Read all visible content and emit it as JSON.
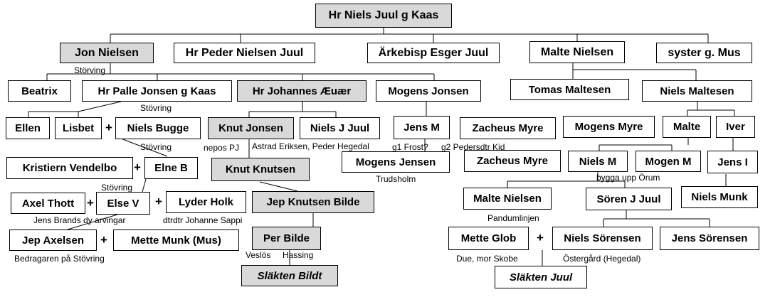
{
  "nodes": {
    "niels_juul": "Hr Niels Juul g Kaas",
    "jon_nielsen": "Jon Nielsen",
    "peder_nielsen": "Hr Peder Nielsen Juul",
    "esger_juul": "Ärkebisp Esger Juul",
    "malte_nielsen_top": "Malte Nielsen",
    "syster": "syster g. Mus",
    "beatrix": "Beatrix",
    "palle_jonsen": "Hr Palle Jonsen g Kaas",
    "johannes": "Hr Johannes Æuær",
    "mogens_jonsen": "Mogens Jonsen",
    "tomas_maltesen": "Tomas Maltesen",
    "niels_maltesen": "Niels Maltesen",
    "ellen": "Ellen",
    "lisbet": "Lisbet",
    "niels_bugge": "Niels Bugge",
    "knut_jonsen": "Knut Jonsen",
    "niels_j_juul": "Niels J Juul",
    "jens_m": "Jens M",
    "zacheus_myre_1": "Zacheus Myre",
    "mogens_myre": "Mogens Myre",
    "malte": "Malte",
    "iver": "Iver",
    "kristiern": "Kristiern Vendelbo",
    "elne_b": "Elne B",
    "knut_knutsen": "Knut Knutsen",
    "mogens_jensen": "Mogens Jensen",
    "zacheus_myre_2": "Zacheus Myre",
    "niels_m": "Niels M",
    "mogen_m": "Mogen M",
    "jens_i": "Jens I",
    "axel_thott": "Axel Thott",
    "else_v": "Else V",
    "lyder_holk": "Lyder Holk",
    "jep_knutsen": "Jep Knutsen Bilde",
    "malte_nielsen_low": "Malte Nielsen",
    "soren_j_juul": "Sören J Juul",
    "niels_munk": "Niels Munk",
    "jep_axelsen": "Jep Axelsen",
    "mette_munk": "Mette Munk (Mus)",
    "per_bilde": "Per Bilde",
    "mette_glob": "Mette Glob",
    "niels_sorensen": "Niels Sörensen",
    "jens_sorensen": "Jens Sörensen",
    "slakten_bildt": "Släkten Bildt",
    "slakten_juul": "Släkten Juul"
  },
  "labels": {
    "stovring_1": "Störving",
    "stovring_2": "Stövring",
    "stovring_3": "Stövring",
    "stovring_4": "Stövring",
    "nepos": "nepos PJ",
    "astrad": "Astrad Eriksen, Peder Hegedal",
    "g1": "g1 Frost?",
    "g2": "g2 Pedersdtr Kid",
    "trudsholm": "Trudsholm",
    "bygga": "bygga upp Örum",
    "jens_brands": "Jens Brands dy arvingar",
    "dtrdtr": "dtrdtr Johanne Sappi",
    "pandum": "Pandumlinjen",
    "bedragaren": "Bedragaren på Stövring",
    "veslos": "Veslös",
    "hassing": "Hassing",
    "due": "Due, mor Skobe",
    "ostergard": "Östergård (Hegedal)"
  },
  "plus_sign": "+"
}
